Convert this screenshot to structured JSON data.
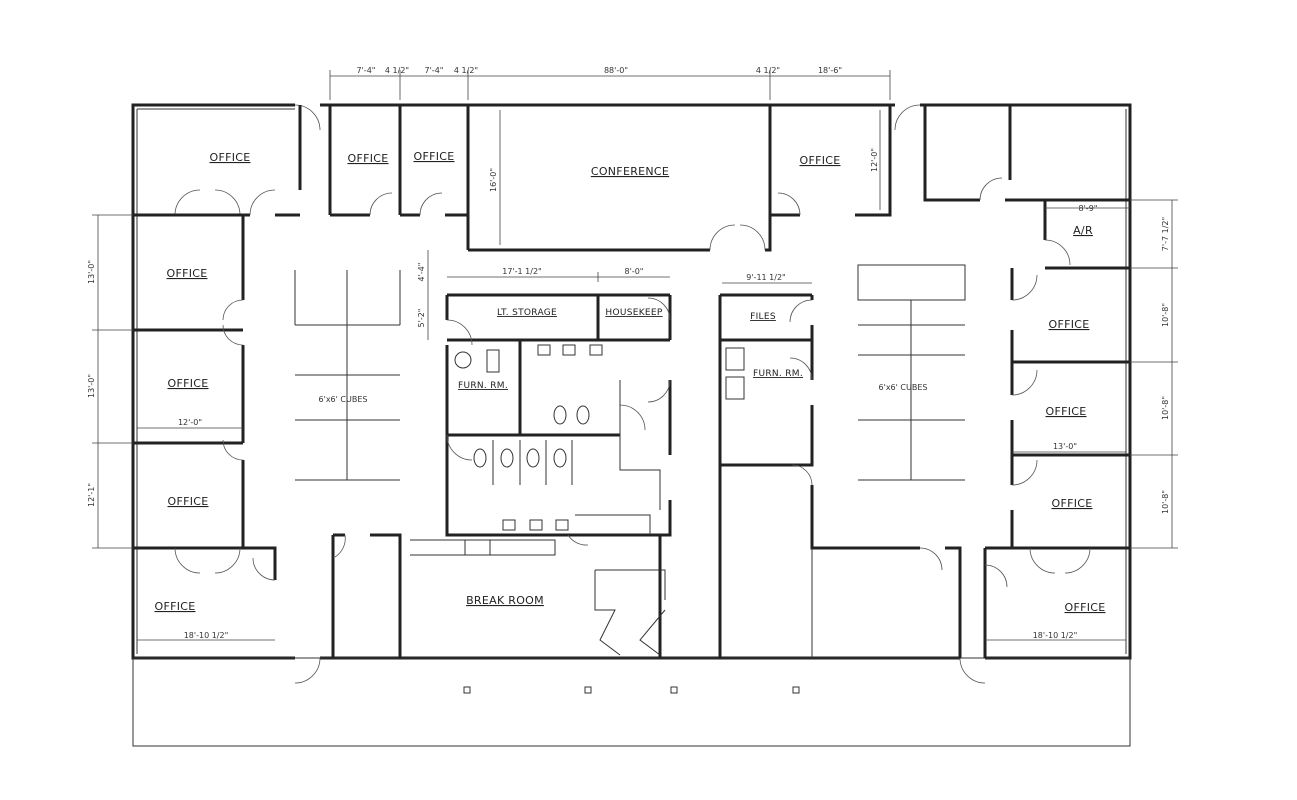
{
  "rooms": {
    "office_top_left": "OFFICE",
    "office_small_1": "OFFICE",
    "office_small_2": "OFFICE",
    "conference": "CONFERENCE",
    "office_top_right": "OFFICE",
    "ar": "A/R",
    "office_left_1": "OFFICE",
    "office_left_2": "OFFICE",
    "office_left_3": "OFFICE",
    "office_bottom_left": "OFFICE",
    "office_right_1": "OFFICE",
    "office_right_2": "OFFICE",
    "office_right_3": "OFFICE",
    "office_bottom_right": "OFFICE",
    "lt_storage": "LT. STORAGE",
    "housekeep": "HOUSEKEEP",
    "furn_rm_left": "FURN. RM.",
    "files": "FILES",
    "furn_rm_right": "FURN. RM.",
    "break_room": "BREAK ROOM",
    "cubes_left": "6'x6' CUBES",
    "cubes_right": "6'x6' CUBES"
  },
  "dimensions": {
    "top": [
      "7'-4\"",
      "4 1/2\"",
      "7'-4\"",
      "4 1/2\"",
      "88'-0\"",
      "4 1/2\"",
      "18'-6\""
    ],
    "conference_depth": "16'-0\"",
    "office_top_right_depth": "12'-0\"",
    "left": [
      "13'-0\"",
      "13'-0\"",
      "12'-1\""
    ],
    "left_office_width": "12'-0\"",
    "bottom_left_office_width": "18'-10 1/2\"",
    "right": [
      "7'-7 1/2\"",
      "10'-8\"",
      "10'-8\"",
      "10'-8\""
    ],
    "ar_width": "8'-9\"",
    "right_office_width": "13'-0\"",
    "bottom_right_office_width": "18'-10 1/2\"",
    "core_top_offset": "4'-4\"",
    "core_storage_depth": "5'-2\"",
    "lt_storage_width": "17'-1 1/2\"",
    "housekeep_width": "8'-0\"",
    "files_width": "9'-11 1/2\""
  }
}
